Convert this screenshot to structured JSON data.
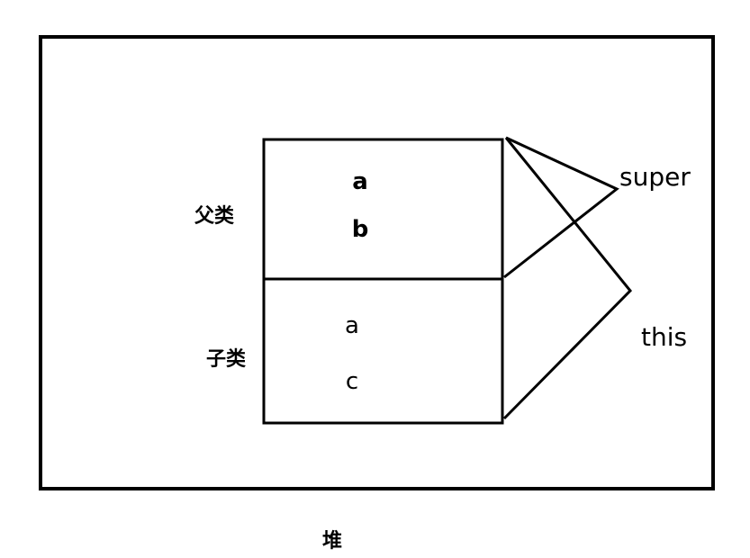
{
  "labels": {
    "parent_class": "父类",
    "child_class": "子类",
    "heap": "堆"
  },
  "parent_fields": [
    "a",
    "b"
  ],
  "child_fields": [
    "a",
    "c"
  ],
  "references": {
    "super": "super",
    "this": "this"
  },
  "colors": {
    "stroke": "#000000",
    "background": "#ffffff"
  }
}
